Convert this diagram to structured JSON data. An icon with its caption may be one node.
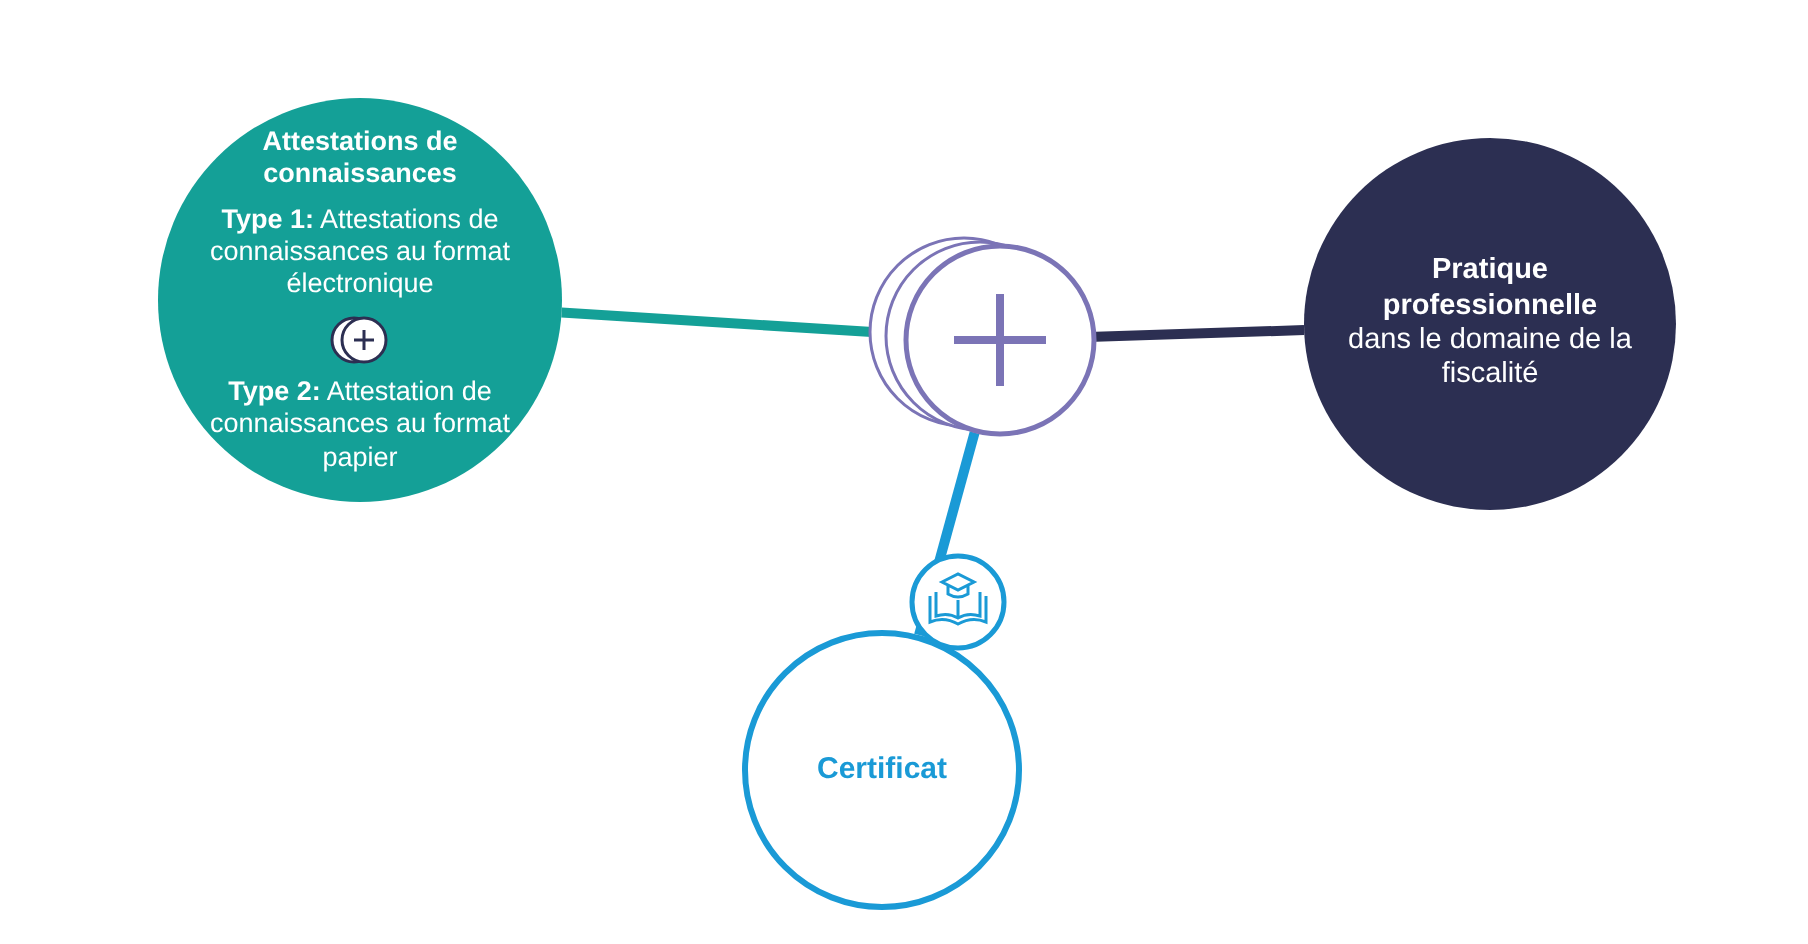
{
  "diagram": {
    "nodes": [
      {
        "text": [
          "Attestations de connaissances",
          "**Type 1:** Attestations de connaissances au format électronique",
          "**Type 2:** Attestation de connaissances au format papier"
        ]
      },
      {
        "text": [],
        "shape": "circle"
      },
      {
        "text": [
          "Pratique professionnelle",
          "dans le domaine de la fiscalité"
        ]
      },
      {
        "text": [
          "Certificat"
        ]
      }
    ],
    "edges": [
      {
        "from": 0,
        "to": 1,
        "arrow": "none",
        "color": "#14a097"
      },
      {
        "from": 1,
        "to": 2,
        "arrow": "none",
        "color": "#2c2f52"
      },
      {
        "from": 1,
        "to": 3,
        "arrow": "none",
        "color": "#1a9ad6"
      }
    ]
  }
}
